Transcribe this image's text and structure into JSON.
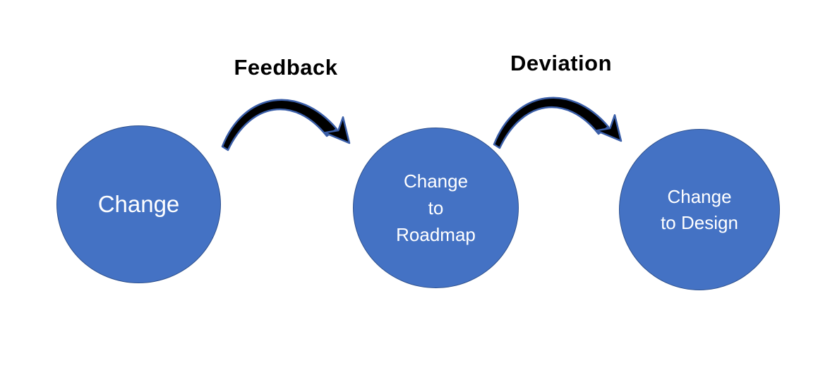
{
  "diagram": {
    "title": "change-flow-diagram",
    "colors": {
      "background": "#ffffff",
      "node_fill": "#4472C4",
      "node_border": "#2F528F",
      "node_text": "#ffffff",
      "arrow_fill": "#000000",
      "arrow_outline": "#3A5EA8",
      "label_text": "#000000"
    },
    "nodes": [
      {
        "name": "change",
        "lines": [
          "Change"
        ]
      },
      {
        "name": "change-to-roadmap",
        "lines": [
          "Change",
          "to",
          "Roadmap"
        ]
      },
      {
        "name": "change-to-design",
        "lines": [
          "Change",
          "to Design"
        ]
      }
    ],
    "arrows": [
      {
        "name": "feedback",
        "label": "Feedback"
      },
      {
        "name": "deviation",
        "label": "Deviation"
      }
    ]
  }
}
